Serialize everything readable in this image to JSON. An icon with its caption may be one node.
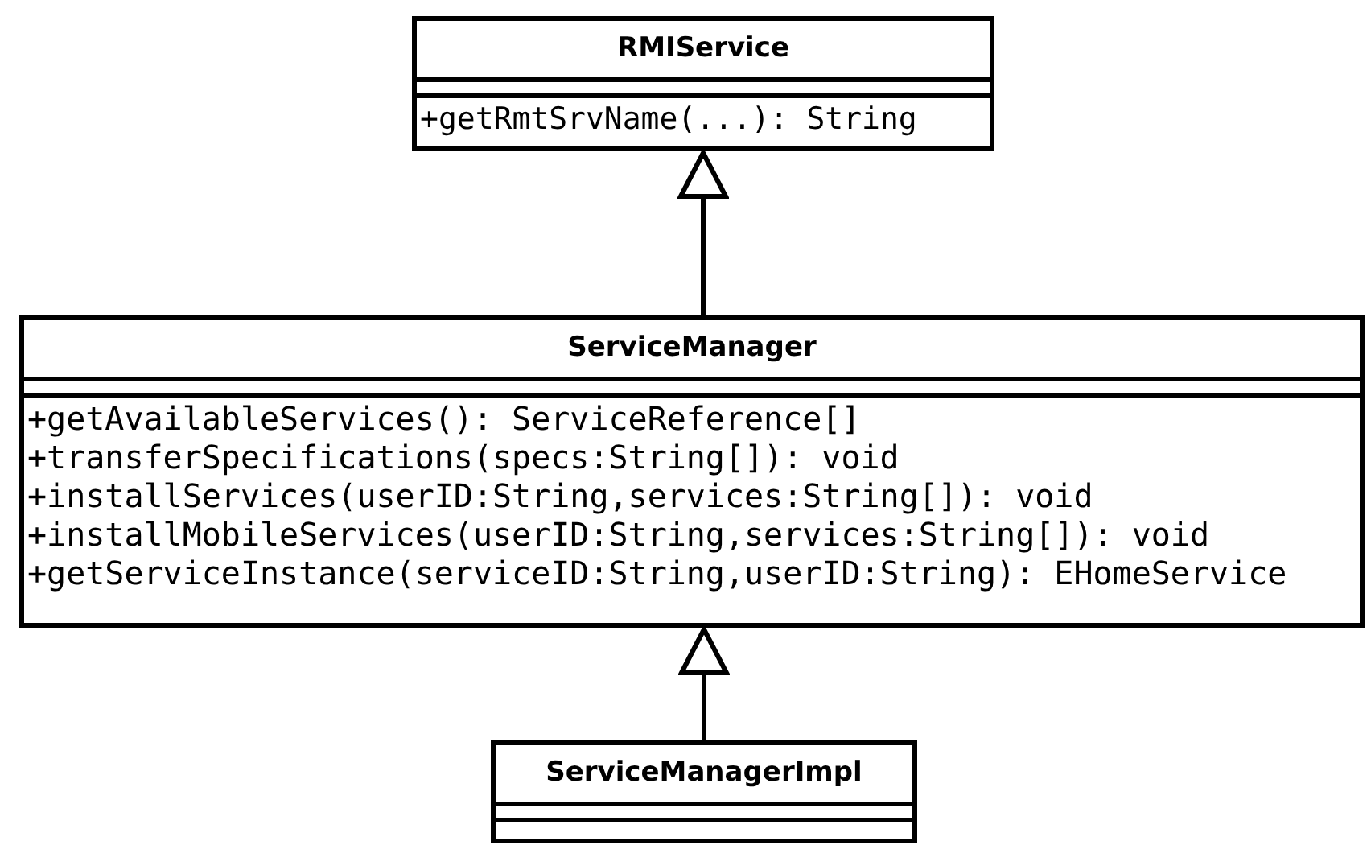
{
  "diagram": {
    "nodes": [
      {
        "text": [
          "RMIService",
          "+getRmtSrvName(...): String"
        ]
      },
      {
        "text": [
          "ServiceManager",
          "+getAvailableServices(): ServiceReference[]",
          "+transferSpecifications(specs:String[]): void",
          "+installServices(userID:String,services:String[]): void",
          "+installMobileServices(userID:String,services:String[]): void",
          "+getServiceInstance(serviceID:String,userID:String): EHomeService"
        ]
      },
      {
        "text": [
          "ServiceManagerImpl"
        ]
      }
    ],
    "edges": [
      {
        "from": 1,
        "to": 0,
        "arrow": "to"
      },
      {
        "from": 2,
        "to": 1,
        "arrow": "to"
      }
    ]
  }
}
